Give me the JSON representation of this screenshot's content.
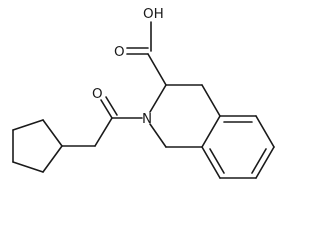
{
  "molecule": {
    "labels": {
      "hydroxyl": "OH",
      "carboxyl_oxygen": "O",
      "amide_oxygen": "O",
      "ring_nitrogen": "N"
    }
  }
}
